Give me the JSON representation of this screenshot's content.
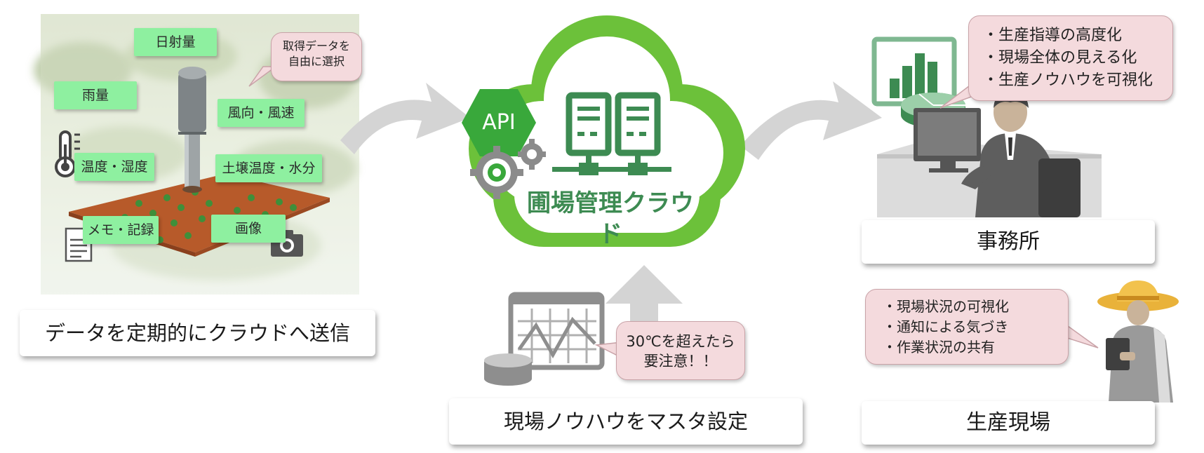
{
  "field_panel": {
    "labels": {
      "solar": "日射量",
      "rain": "雨量",
      "wind": "風向・風速",
      "temp_humidity": "温度・湿度",
      "soil": "土壌温度・水分",
      "memo": "メモ・記録",
      "image": "画像"
    },
    "bubble_lines": [
      "取得データを",
      "自由に選択"
    ],
    "caption": "データを定期的にクラウドへ送信"
  },
  "cloud": {
    "api_label": "API",
    "title": "圃場管理クラウド"
  },
  "knowhow": {
    "bubble_lines": [
      "30℃を超えたら",
      "要注意！！"
    ],
    "caption": "現場ノウハウをマスタ設定"
  },
  "office": {
    "bubble_lines": [
      "・生産指導の高度化",
      "・現場全体の見える化",
      "・生産ノウハウを可視化"
    ],
    "caption": "事務所"
  },
  "field_site": {
    "bubble_lines": [
      "・現場状況の可視化",
      "・通知による気づき",
      "・作業状況の共有"
    ],
    "caption": "生産現場"
  },
  "colors": {
    "label_green": "#8ef0a0",
    "cloud_green": "#6cc13a",
    "api_green": "#39a83b",
    "server_green": "#3d8b52",
    "bubble_pink": "#f4dadd",
    "arrow_gray": "#d4d4d4"
  }
}
